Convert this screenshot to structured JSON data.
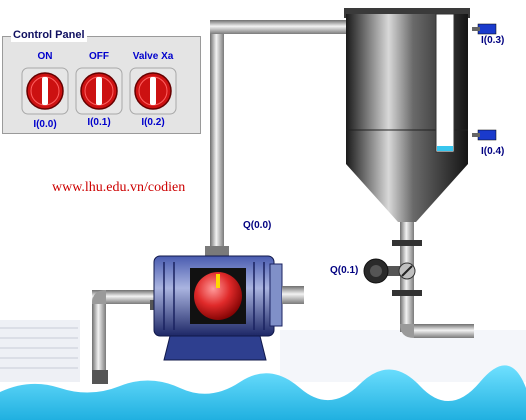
{
  "control_panel": {
    "title": "Control Panel",
    "buttons": [
      {
        "label": "ON",
        "address": "I(0.0)"
      },
      {
        "label": "OFF",
        "address": "I(0.1)"
      },
      {
        "label": "Valve Xa",
        "address": "I(0.2)"
      }
    ]
  },
  "website": "www.lhu.edu.vn/codien",
  "outputs": {
    "pump": "Q(0.0)",
    "valve": "Q(0.1)"
  },
  "sensors": {
    "high_level": "I(0.3)",
    "low_level": "I(0.4)"
  },
  "colors": {
    "button_red": "#cc1111",
    "motor_blue": "#2e3f8f",
    "water": "#38c6ee",
    "address_blue": "#0000cc"
  }
}
